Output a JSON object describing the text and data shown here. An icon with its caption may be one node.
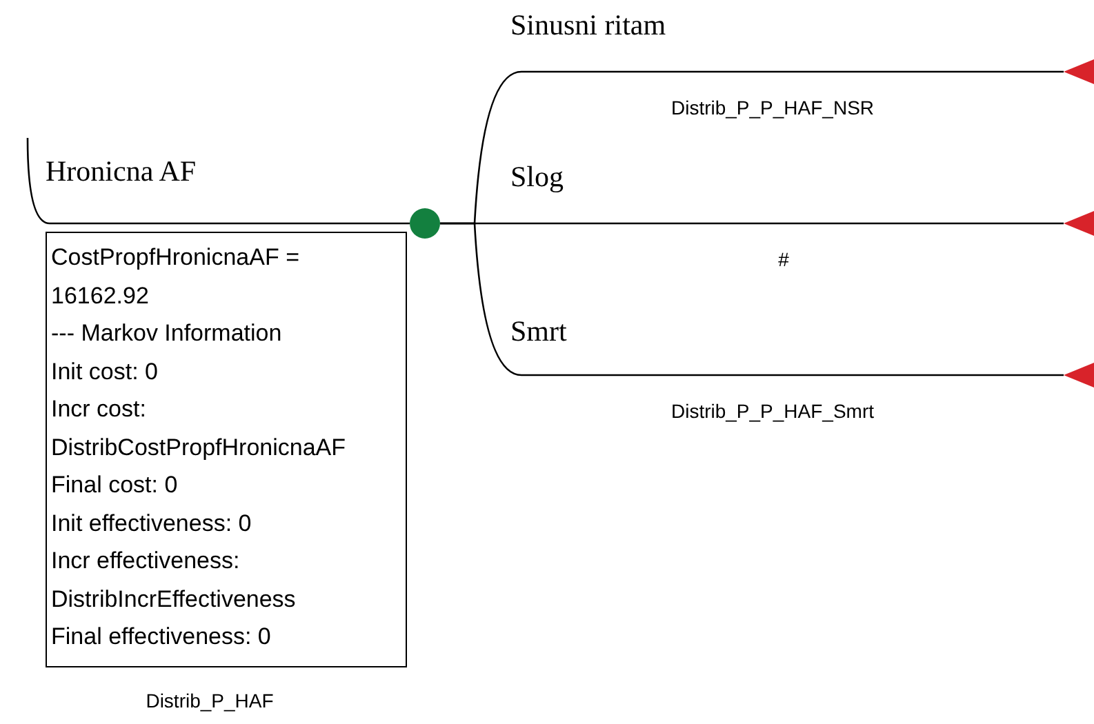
{
  "diagram": {
    "nodes": [
      {
        "text": [
          "CostPropfHronicnaAF = 16162.92",
          "--- Markov Information",
          "Init cost: 0",
          "Incr cost: DistribCostPropfHronicnaAF",
          "Final cost: 0",
          "Init effectiveness: 0",
          "Incr effectiveness: DistribIncrEffectiveness",
          "Final effectiveness: 0"
        ]
      },
      {
        "text": [],
        "shape": "circle"
      },
      {
        "text": [],
        "shape": "triangle"
      },
      {
        "text": [],
        "shape": "triangle"
      },
      {
        "text": [],
        "shape": "triangle"
      }
    ],
    "edges": [
      {
        "from": null,
        "to": 1,
        "arrow": "none",
        "label": "Hronicna AF"
      },
      {
        "from": 1,
        "to": 2,
        "arrow": "none",
        "label": "Sinusni ritam"
      },
      {
        "from": 1,
        "to": 3,
        "arrow": "none",
        "label": "Slog"
      },
      {
        "from": 1,
        "to": 4,
        "arrow": "none",
        "label": "Smrt"
      }
    ],
    "labels": [
      "Distrib_P_P_HAF_NSR",
      "#",
      "Distrib_P_P_HAF_Smrt",
      "Distrib_P_HAF"
    ]
  }
}
